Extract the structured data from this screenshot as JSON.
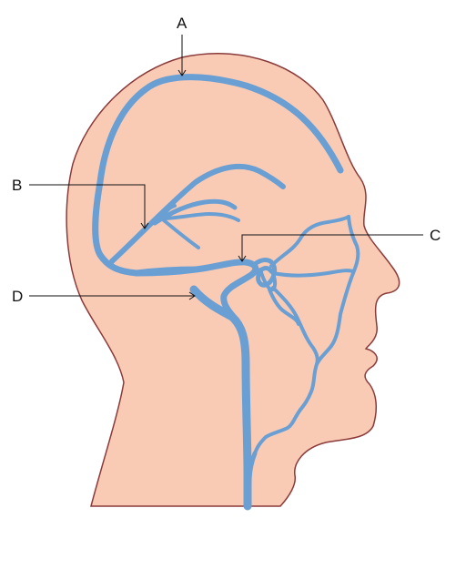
{
  "colors": {
    "skin": "#f9cbb5",
    "outline": "#8b3a3a",
    "vein": "#6a9fd4",
    "label": "#111111"
  },
  "labels": {
    "a": "A",
    "b": "B",
    "c": "C",
    "d": "D"
  }
}
